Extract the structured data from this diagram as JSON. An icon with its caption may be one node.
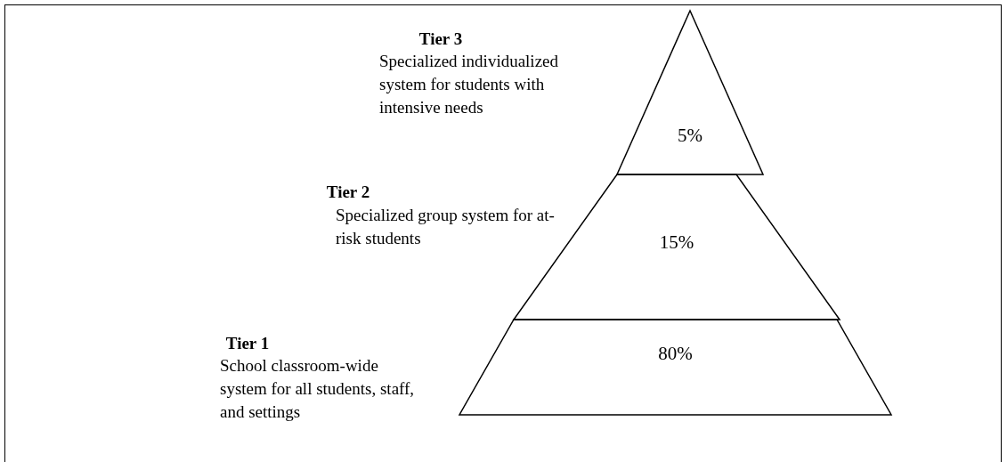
{
  "diagram": {
    "nodes": [
      {
        "text": [
          "5%"
        ]
      },
      {
        "text": [
          "15%"
        ]
      },
      {
        "text": [
          "80%"
        ]
      }
    ],
    "labels": [
      "Tier 3",
      "Specialized individualized system for students with intensive needs",
      "Tier 2",
      "Specialized group system for at-risk students",
      "Tier 1",
      "School classroom-wide system for all students, staff, and settings"
    ]
  }
}
